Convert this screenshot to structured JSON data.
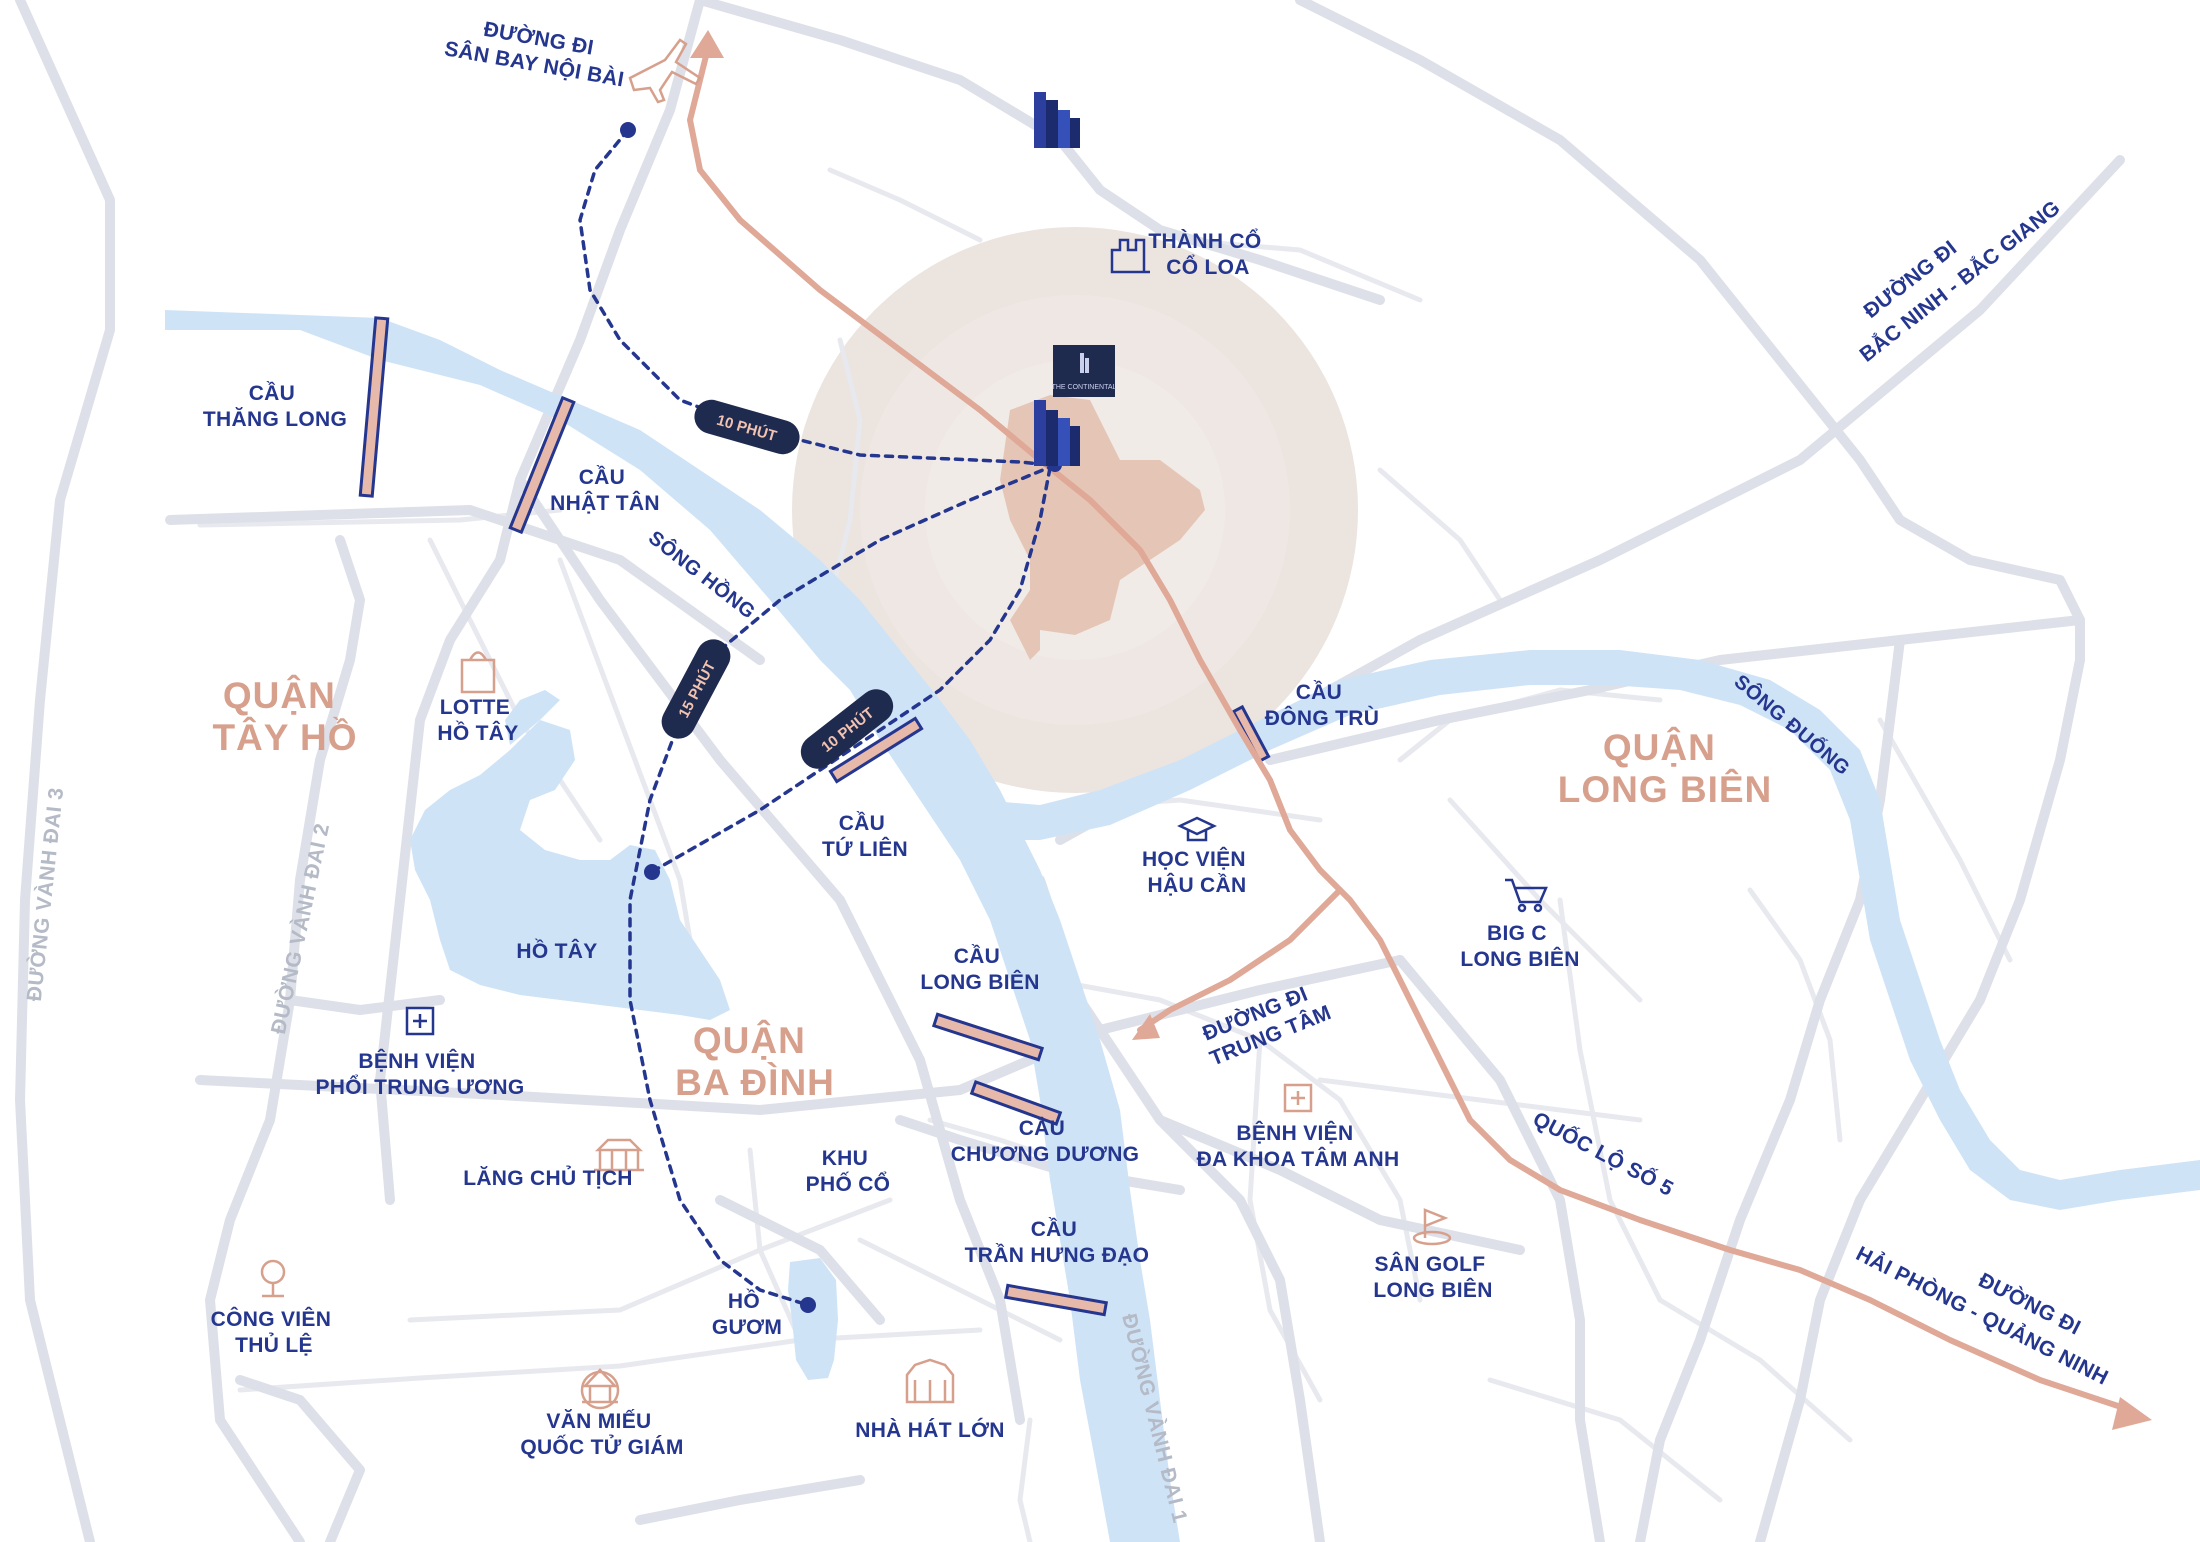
{
  "districts": {
    "tay_ho": [
      "QUẬN",
      "TÂY HỒ"
    ],
    "ba_dinh": [
      "QUẬN",
      "BA ĐÌNH"
    ],
    "long_bien": [
      "QUẬN",
      "LONG BIÊN"
    ]
  },
  "rivers": {
    "song_hong": "SÔNG HỒNG",
    "song_duong": "SÔNG ĐUỐNG"
  },
  "bridges": {
    "thang_long": [
      "CẦU",
      "THĂNG LONG"
    ],
    "nhat_tan": [
      "CẦU",
      "NHẬT TÂN"
    ],
    "tu_lien": [
      "CẦU",
      "TỨ LIÊN"
    ],
    "dong_tru": [
      "CẦU",
      "ĐÔNG TRÙ"
    ],
    "long_bien": [
      "CẦU",
      "LONG BIÊN"
    ],
    "chuong_duong": [
      "CẦU",
      "CHƯƠNG DƯƠNG"
    ],
    "tran_hung_dao": [
      "CẦU",
      "TRẦN HƯNG ĐẠO"
    ]
  },
  "routes": {
    "airport": [
      "ĐƯỜNG ĐI",
      "SÂN BAY NỘI BÀI"
    ],
    "bac_ninh": [
      "ĐƯỜNG ĐI",
      "BẮC NINH - BẮC GIANG"
    ],
    "hai_phong": [
      "ĐƯỜNG ĐI",
      "HẢI PHÒNG - QUẢNG NINH"
    ],
    "trung_tam": [
      "ĐƯỜNG ĐI",
      "TRUNG TÂM"
    ],
    "ql5": "QUỐC LỘ SỐ 5"
  },
  "ring_roads": {
    "vd1": "ĐƯỜNG VÀNH ĐAI 1",
    "vd2": "ĐƯỜNG VÀNH ĐAI 2",
    "vd3": "ĐƯỜNG VÀNH ĐAI 3"
  },
  "travel_times": {
    "airport": "10 PHÚT",
    "ho_guom": "15 PHÚT",
    "ho_tay": "10 PHÚT"
  },
  "places": {
    "thanh_co": [
      "THÀNH CỔ",
      "CỔ LOA"
    ],
    "lotte": [
      "LOTTE",
      "HỒ TÂY"
    ],
    "ho_tay": "HỒ TÂY",
    "benh_vien_phoi": [
      "BỆNH VIỆN",
      "PHỔI TRUNG ƯƠNG"
    ],
    "lang": "LĂNG CHỦ TỊCH",
    "pho_co": [
      "KHU",
      "PHỐ CỔ"
    ],
    "ho_guom": [
      "HỒ",
      "GƯƠM"
    ],
    "cong_vien": [
      "CÔNG VIÊN",
      "THỦ LỆ"
    ],
    "van_mieu": [
      "VĂN MIẾU",
      "QUỐC TỬ GIÁM"
    ],
    "nha_hat": "NHÀ HÁT LỚN",
    "hoc_vien": [
      "HỌC VIỆN",
      "HẬU CẦN"
    ],
    "big_c": [
      "BIG C",
      "LONG BIÊN"
    ],
    "benh_vien_tam_anh": [
      "BỆNH VIỆN",
      "ĐA KHOA TÂM ANH"
    ],
    "san_golf": [
      "SÂN GOLF",
      "LONG BIÊN"
    ]
  },
  "project_logo": "THE CONTINENTAL",
  "colors": {
    "navy": "#25368f",
    "salmon": "#d7a08d",
    "river": "#cfe3f7",
    "road": "#e2e5ec"
  }
}
